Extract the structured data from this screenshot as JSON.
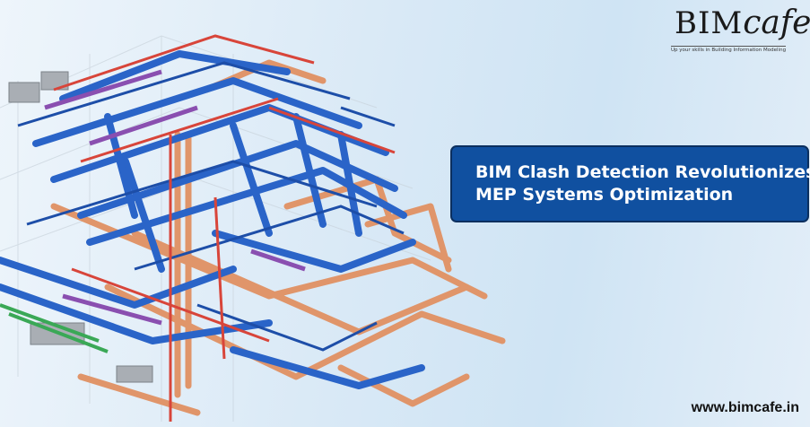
{
  "brand": {
    "name_part1": "BIM",
    "name_part2": "cafe",
    "tagline": "Up your skills in Building Information Modeling"
  },
  "headline": {
    "line1": "BIM Clash Detection Revolutionizes",
    "line2": "MEP Systems Optimization"
  },
  "website": "www.bimcafe.in",
  "colors": {
    "duct_blue": "#2a64c8",
    "pipe_orange": "#e0956a",
    "pipe_red": "#d8453a",
    "pipe_purple": "#8a4fb0",
    "pipe_green": "#3aa856",
    "title_box_bg": "#1050a0"
  }
}
